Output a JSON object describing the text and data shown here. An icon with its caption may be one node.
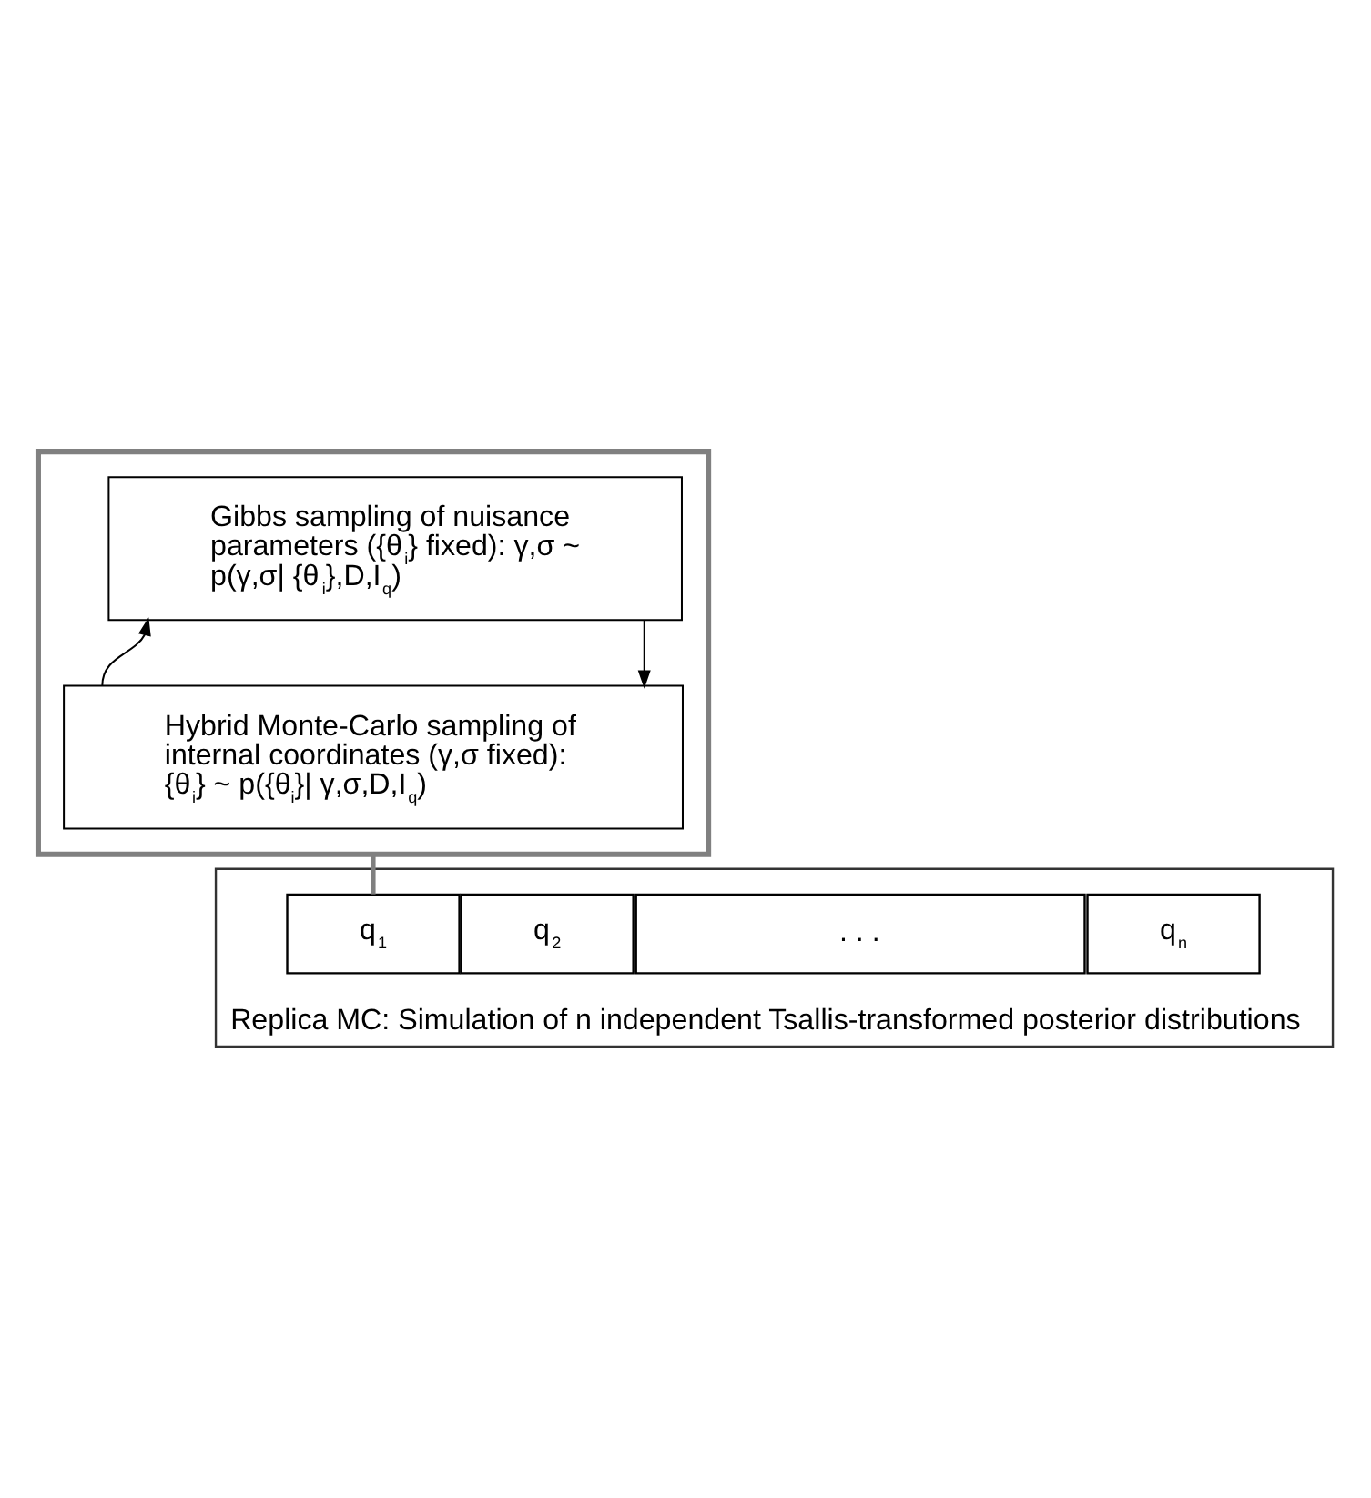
{
  "diagram": {
    "nodes": [
      {
        "text": [],
        "shape": "box"
      },
      {
        "text": [
          "Gibbs sampling of nuisance parameters ({θ$_{i}$} fixed): γ,σ ~ p(γ,σ| {θ$_{i}$},D,I$_{q}$)"
        ],
        "in": 0
      },
      {
        "text": [
          "Hybrid Monte-Carlo sampling of internal coordinates (γ,σ fixed): {θ$_{i}$} ~ p({θ$_{i}$}| γ,σ,D,I$_{q}$)"
        ],
        "in": 0
      },
      {
        "text": [
          "Replica MC: Simulation of n independent Tsallis-transformed posterior distributions"
        ]
      },
      {
        "text": [
          "q$_{1}$"
        ],
        "in": 3
      },
      {
        "text": [
          "q$_{2}$"
        ],
        "in": 3
      },
      {
        "text": [
          ". . ."
        ],
        "in": 3
      },
      {
        "text": [
          "q$_{n}$"
        ],
        "in": 3
      }
    ],
    "edges": [
      {
        "from": 2,
        "to": 1,
        "arrow": "to"
      },
      {
        "from": 1,
        "to": 2,
        "arrow": "to"
      },
      {
        "from": 0,
        "to": 4,
        "arrow": "none",
        "color": "#808080",
        "style": "thick"
      }
    ]
  }
}
